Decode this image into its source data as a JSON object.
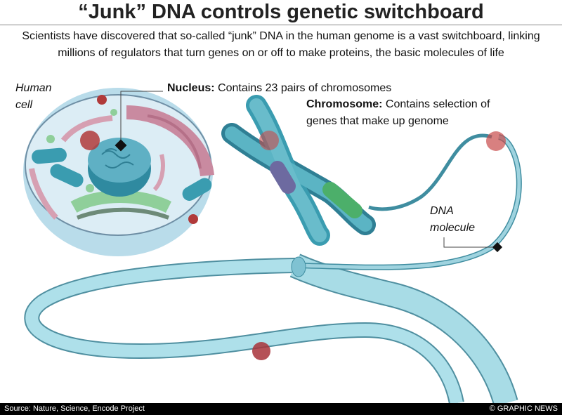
{
  "title": "“Junk” DNA controls genetic switchboard",
  "subtitle": "Scientists have discovered that so-called “junk” DNA in the human genome is a vast switchboard, linking millions of regulators that turn genes on or off to make proteins, the basic molecules of life",
  "labels": {
    "cell": "Human cell",
    "nucleus_term": "Nucleus:",
    "nucleus_desc": " Contains 23 pairs of chromosomes",
    "chromosome_term": "Chromosome:",
    "chromosome_desc": " Contains selection of genes that make up genome",
    "dna": "DNA molecule"
  },
  "footer": {
    "source": "Source: Nature, Science, Encode Project",
    "credit": "© GRAPHIC NEWS"
  },
  "colors": {
    "teal": "#3a9cb0",
    "tube": "#9fd3df",
    "red": "#b03a3a",
    "pink": "#c98aa0",
    "green": "#8fcf9a"
  }
}
